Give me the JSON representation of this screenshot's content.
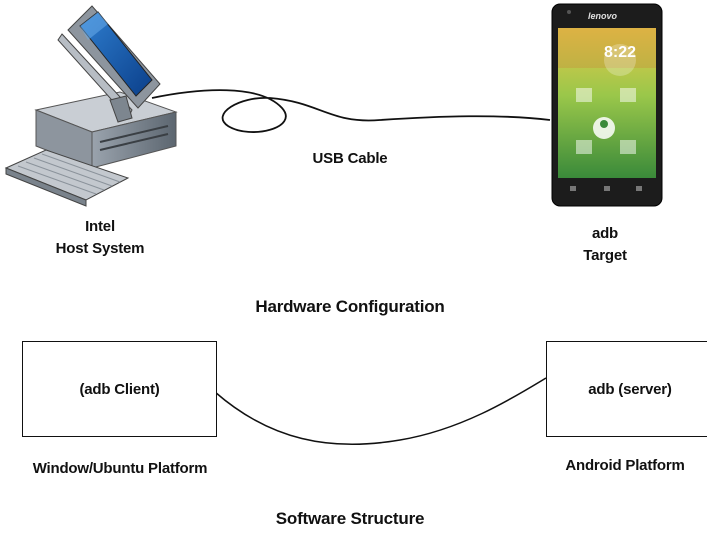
{
  "hardware": {
    "host_line1": "Intel",
    "host_line2": "Host System",
    "cable": "USB Cable",
    "target_line1": "adb",
    "target_line2": "Target",
    "phone_brand": "lenovo",
    "phone_time": "8:22",
    "title": "Hardware Configuration"
  },
  "software": {
    "client_box": "(adb Client)",
    "client_platform": "Window/Ubuntu Platform",
    "server_box": "adb (server)",
    "server_platform": "Android Platform",
    "title": "Software Structure"
  }
}
